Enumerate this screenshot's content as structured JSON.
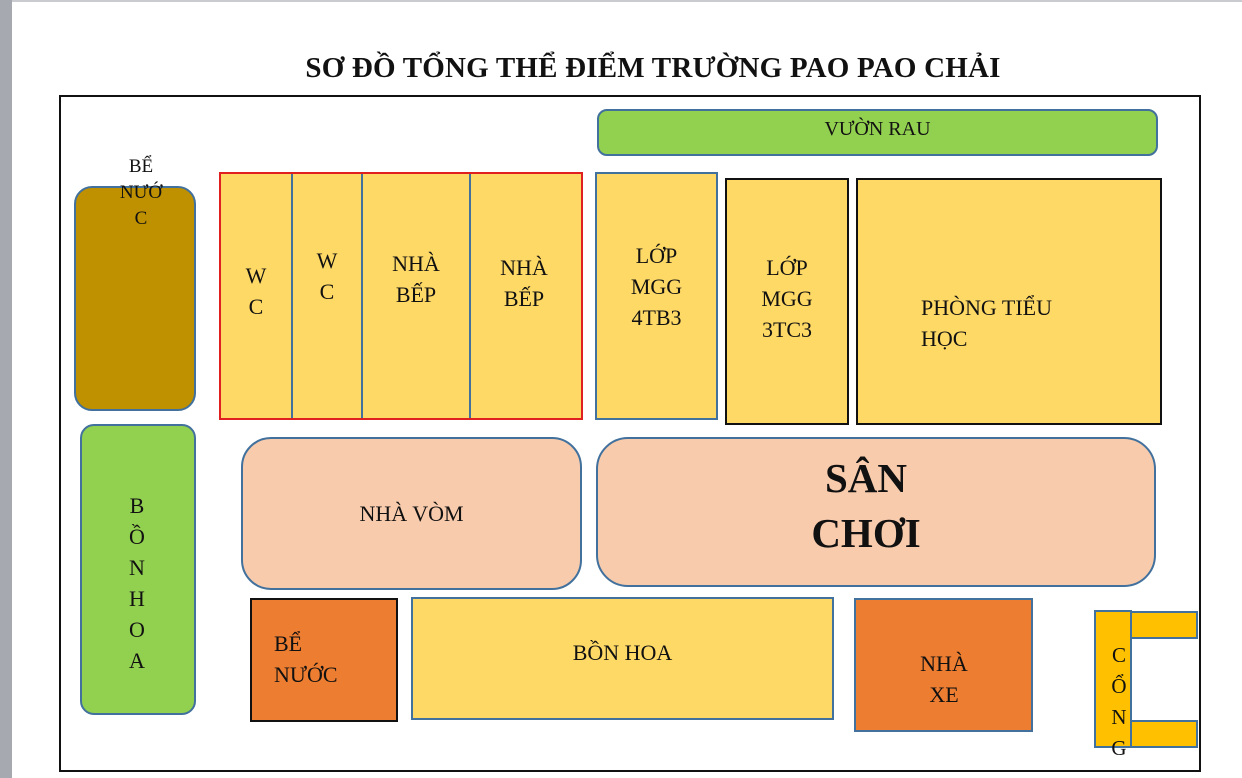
{
  "title": "SƠ ĐỒ TỔNG THỂ ĐIỂM TRƯỜNG PAO PAO CHẢI",
  "areas": {
    "vuon_rau": "VƯỜN RAU",
    "be_nuoc_top": "BỂ\nNƯỚ\nC",
    "wc1": "W\nC",
    "wc2": "W\nC",
    "nha_bep1": "NHÀ\nBẾP",
    "nha_bep2": "NHÀ\nBẾP",
    "lop_4tb3": "LỚP\nMGG\n4TB3",
    "lop_3tc3": "LỚP\nMGG\n3TC3",
    "phong_tieu_hoc": "PHÒNG TIỂU\nHỌC",
    "bon_hoa_left": "B\nỒ\nN\nH\nO\nA",
    "nha_vom": "NHÀ VÒM",
    "san_choi": "SÂN\nCHƠI",
    "be_nuoc_bottom": "BỂ\nNƯỚC",
    "bon_hoa_bottom": "BỒN HOA",
    "nha_xe": "NHÀ\nXE",
    "cong": "C\nỔ\nN\nG"
  },
  "colors": {
    "green": "#92d050",
    "yellow": "#ffd966",
    "peach": "#f8cbad",
    "orange": "#ed7d31",
    "brown": "#bf9000",
    "gold": "#ffc000",
    "kitchen_border": "#e02020",
    "outline_blue": "#41719c"
  }
}
